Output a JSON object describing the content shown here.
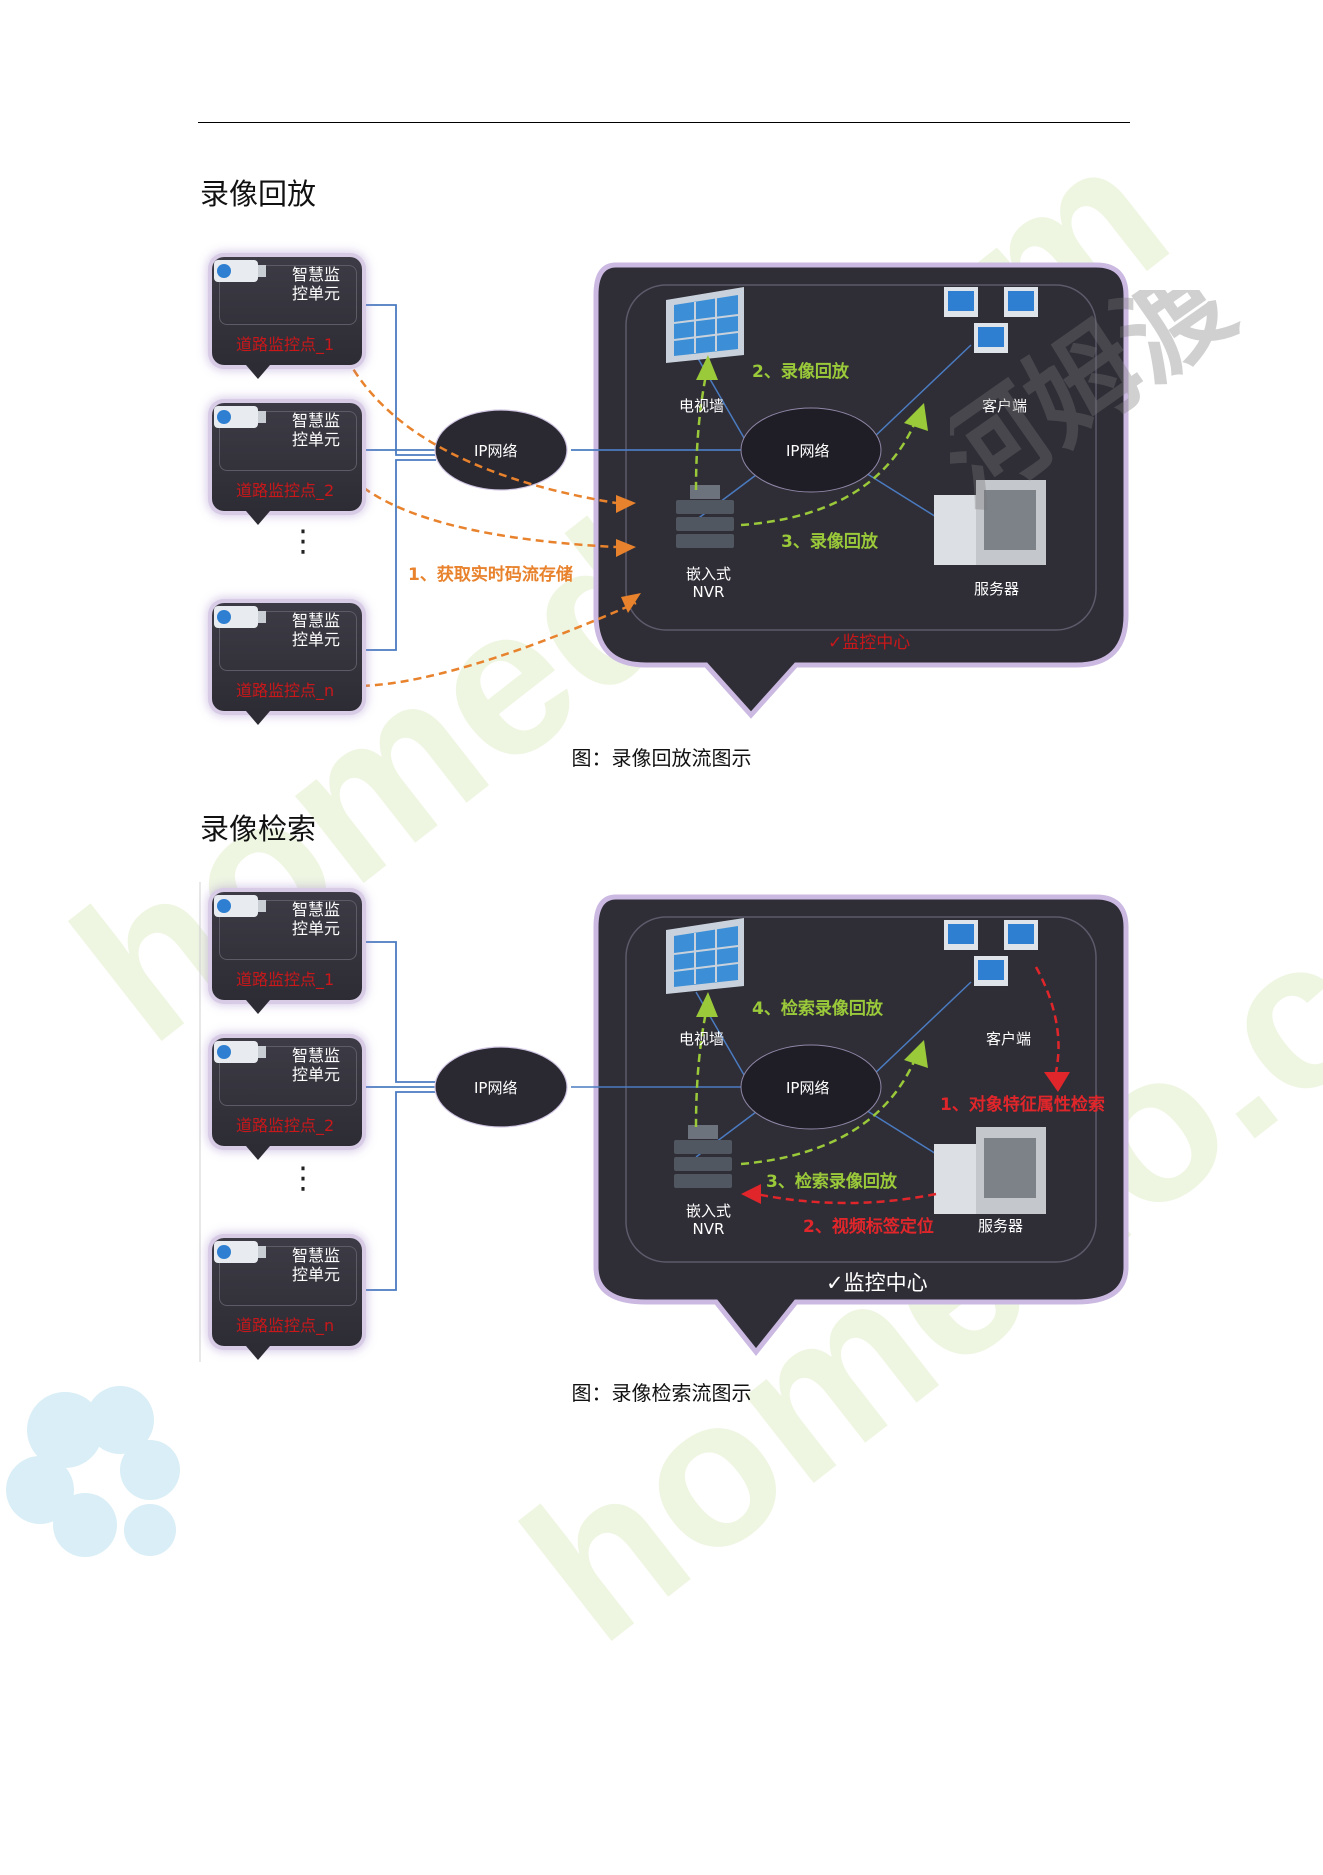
{
  "sections": [
    {
      "heading": "录像回放",
      "caption": "图：录像回放流图示",
      "cameras": [
        {
          "label": "智慧监控单元",
          "name": "道路监控点_1"
        },
        {
          "label": "智慧监控单元",
          "name": "道路监控点_2"
        },
        {
          "label": "智慧监控单元",
          "name": "道路监控点_n"
        }
      ],
      "ellipsis": "⋮",
      "cloud_left": "IP网络",
      "cloud_right": "IP网络",
      "tv_wall": "电视墙",
      "clients": "客户端",
      "servers": "服务器",
      "nvr": "嵌入式\nNVR",
      "steps": {
        "s1": "1、获取实时码流存储",
        "s2": "2、录像回放",
        "s3": "3、录像回放"
      },
      "center_label": "✓监控中心",
      "colors": {
        "step": "#9ac93a",
        "acquire": "#e8822c",
        "center_text": "#c9171a"
      }
    },
    {
      "heading": "录像检索",
      "caption": "图：录像检索流图示",
      "cameras": [
        {
          "label": "智慧监控单元",
          "name": "道路监控点_1"
        },
        {
          "label": "智慧监控单元",
          "name": "道路监控点_2"
        },
        {
          "label": "智慧监控单元",
          "name": "道路监控点_n"
        }
      ],
      "ellipsis": "⋮",
      "cloud_left": "IP网络",
      "cloud_right": "IP网络",
      "tv_wall": "电视墙",
      "clients": "客户端",
      "servers": "服务器",
      "nvr": "嵌入式\nNVR",
      "steps": {
        "s1": "1、对象特征属性检索",
        "s2": "2、视频标签定位",
        "s3": "3、检索录像回放",
        "s4": "4、检索录像回放"
      },
      "center_label": "✓监控中心",
      "colors": {
        "step": "#9ac93a",
        "search": "#e0262a",
        "center_text": "#ffffff"
      }
    }
  ],
  "watermark": {
    "text_a": "homedo.com",
    "text_b": "河姆渡",
    "color": "#e6f1d6"
  }
}
